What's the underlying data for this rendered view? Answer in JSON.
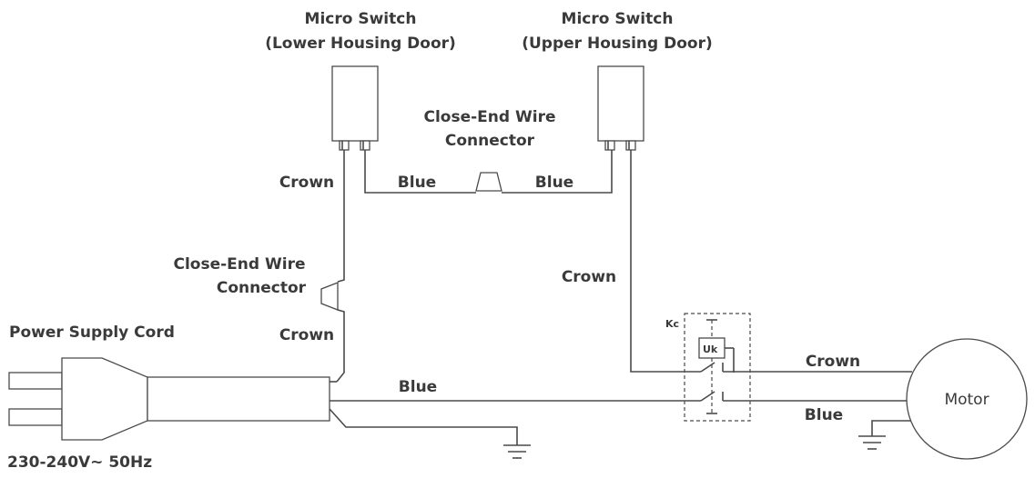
{
  "labels": {
    "switch_lower_title": "Micro Switch",
    "switch_lower_sub": "(Lower Housing Door)",
    "switch_upper_title": "Micro Switch",
    "switch_upper_sub": "(Upper Housing Door)",
    "connector_top_line1": "Close-End Wire",
    "connector_top_line2": "Connector",
    "connector_left_line1": "Close-End Wire",
    "connector_left_line2": "Connector",
    "wire_crown_top": "Crown",
    "wire_blue_left": "Blue",
    "wire_blue_right": "Blue",
    "wire_crown_right": "Crown",
    "wire_crown_lower": "Crown",
    "power_cord": "Power Supply Cord",
    "voltage": "230-240V~ 50Hz",
    "wire_blue_main": "Blue",
    "relay_label": "Kc",
    "relay_coil": "Uk",
    "motor_crown": "Crown",
    "motor_blue": "Blue",
    "motor": "Motor"
  }
}
